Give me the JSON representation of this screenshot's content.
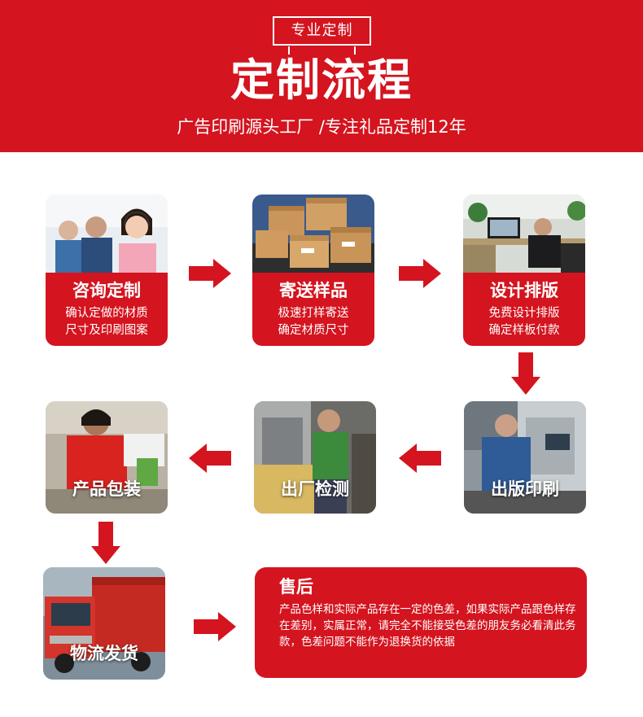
{
  "header": {
    "badge": "专业定制",
    "title": "定制流程",
    "subtitle": "广告印刷源头工厂 /专注礼品定制12年"
  },
  "steps": [
    {
      "title": "咨询定制",
      "line1": "确认定做的材质",
      "line2": "尺寸及印刷图案"
    },
    {
      "title": "寄送样品",
      "line1": "极速打样寄送",
      "line2": "确定材质尺寸"
    },
    {
      "title": "设计排版",
      "line1": "免费设计排版",
      "line2": "确定样板付款"
    },
    {
      "title": "出版印刷"
    },
    {
      "title": "出厂检测"
    },
    {
      "title": "产品包装"
    },
    {
      "title": "物流发货"
    }
  ],
  "aftersale": {
    "title": "售后",
    "text": "产品色样和实际产品存在一定的色差，如果实际产品跟色样存在差别，实属正常，请完全不能接受色差的朋友务必看清此务款，色差问题不能作为退换货的依据"
  },
  "colors": {
    "brand_red": "#d4141f",
    "background": "#ffffff"
  }
}
